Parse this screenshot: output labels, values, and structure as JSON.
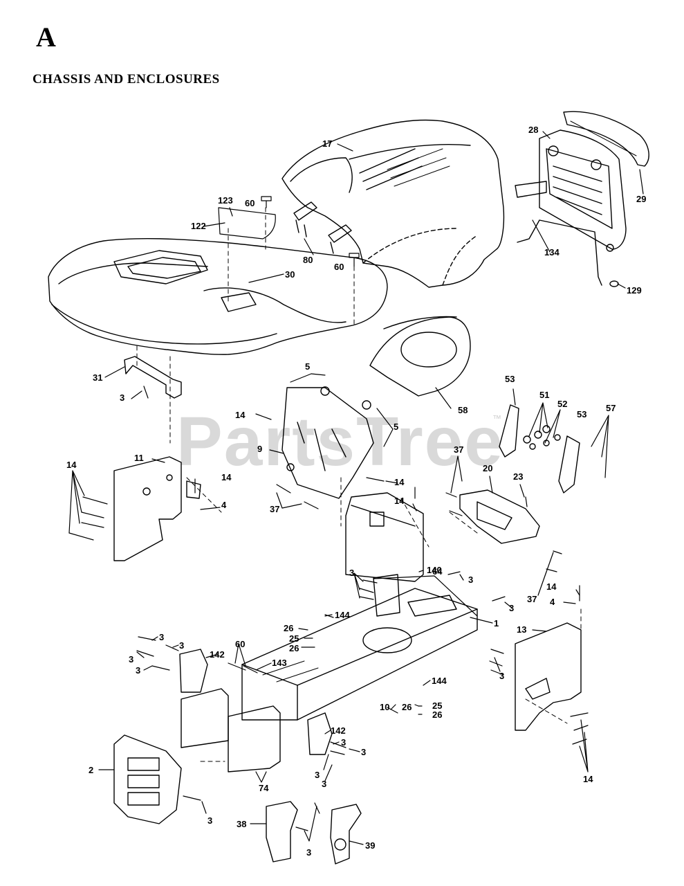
{
  "header": {
    "section_letter": "A",
    "title": "CHASSIS AND ENCLOSURES"
  },
  "watermark": {
    "text": "PartsTree",
    "trademark": "™"
  },
  "callouts": [
    "17",
    "28",
    "29",
    "123",
    "60",
    "122",
    "80",
    "60",
    "134",
    "30",
    "129",
    "31",
    "3",
    "58",
    "5",
    "53",
    "51",
    "52",
    "14",
    "53",
    "57",
    "5",
    "9",
    "14",
    "11",
    "14",
    "4",
    "37",
    "14",
    "37",
    "20",
    "23",
    "14",
    "64",
    "37",
    "3",
    "140",
    "3",
    "14",
    "3",
    "4",
    "144",
    "26",
    "25",
    "26",
    "1",
    "13",
    "3",
    "3",
    "60",
    "142",
    "3",
    "3",
    "143",
    "3",
    "144",
    "10",
    "26",
    "25",
    "26",
    "142",
    "3",
    "3",
    "3",
    "3",
    "2",
    "74",
    "3",
    "14",
    "38",
    "3",
    "39"
  ]
}
